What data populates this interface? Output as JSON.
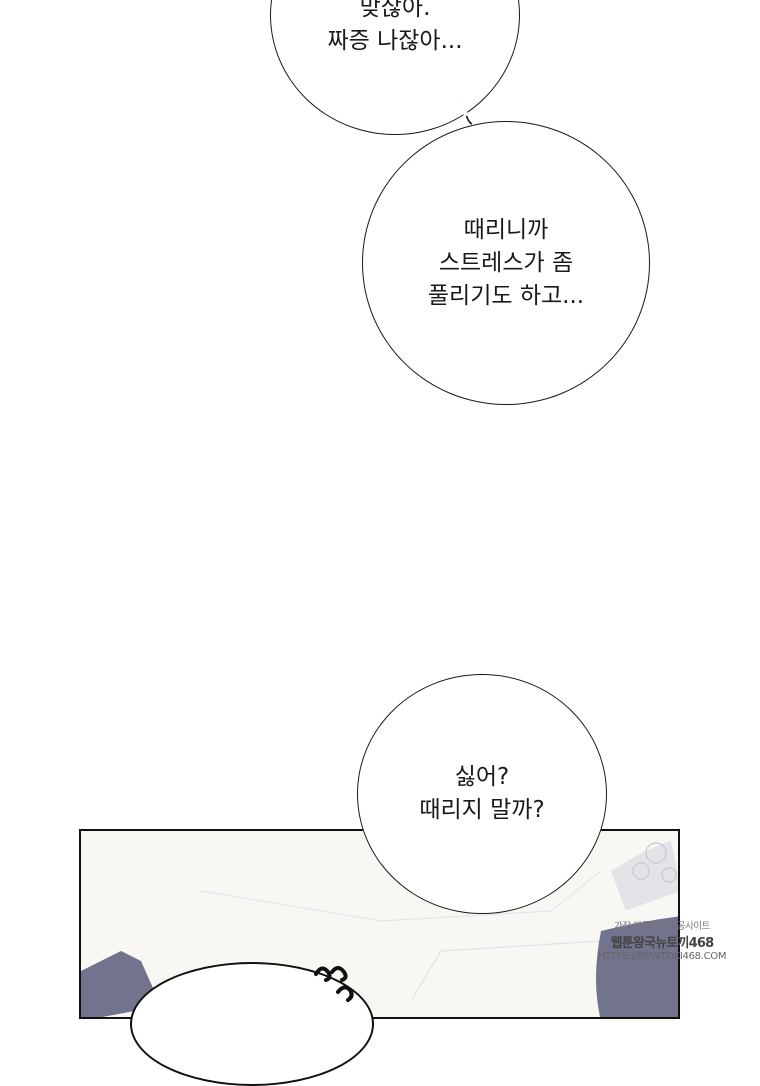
{
  "bubbles": [
    {
      "lines": [
        "맞잖아.",
        "짜증 나잖아..."
      ]
    },
    {
      "lines": [
        "때리니까",
        "스트레스가 좀",
        "풀리기도 하고..."
      ]
    },
    {
      "lines": [
        "싫어?",
        "때리지 말까?"
      ]
    }
  ],
  "watermark": {
    "line1": "가장 빠른 웹툰제공사이트",
    "line2": "웹툰왕국뉴토끼468",
    "line3": "HTTPS://NEWTOKI468.COM"
  },
  "colors": {
    "ink": "#1a1a1a",
    "panel_bg": "#f8f7f4",
    "hair": "#5a5c7a"
  }
}
